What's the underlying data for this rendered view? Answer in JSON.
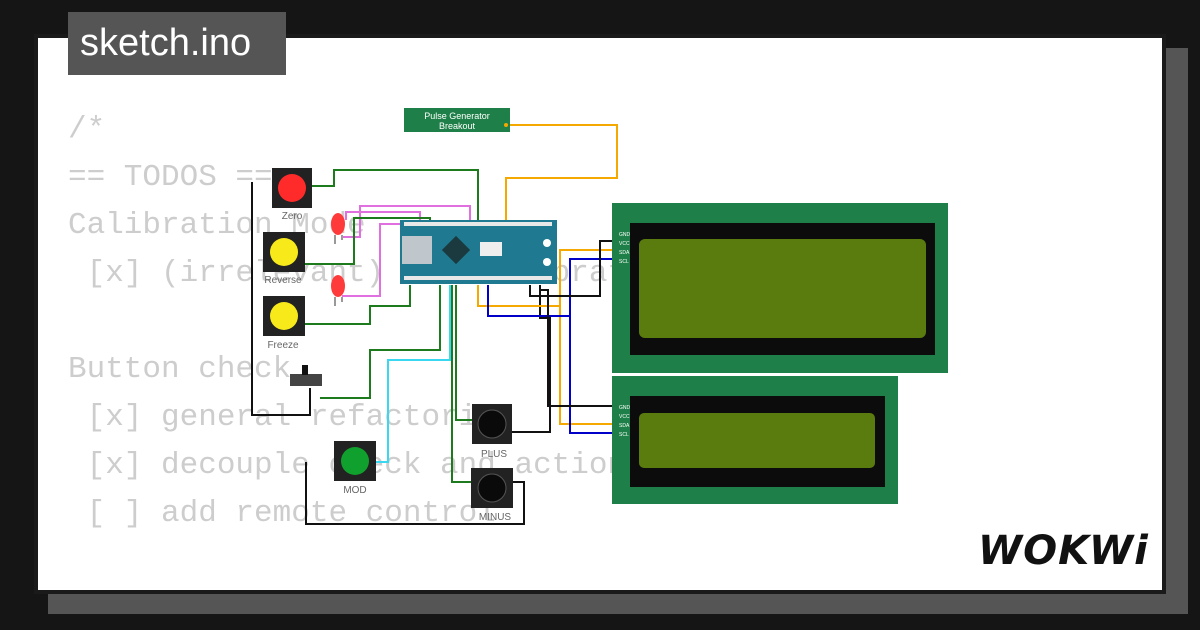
{
  "title": "sketch.ino",
  "code_lines": [
    "/*",
    "== TODOS ==",
    "Calibration Mode",
    " [x] (irrelevant) ... calibrate ... in trip che",
    "",
    "Button check",
    " [x] general refactoring",
    " [x] decouple check and action",
    " [ ] add remote control",
    "",
    "==="
  ],
  "components": {
    "pulse_generator": {
      "line1": "Pulse Generator",
      "line2": "Breakout"
    },
    "buttons": {
      "zero": "Zero",
      "reverse": "Reverse",
      "freeze": "Freeze",
      "mod": "MOD",
      "plus": "PLUS",
      "minus": "MINUS"
    },
    "lcd_pins": [
      "GND",
      "VCC",
      "SDA",
      "SCL"
    ]
  },
  "logo": "WOKWi",
  "colors": {
    "pcb": "#1e8048",
    "lcd_screen": "#5a7c0e",
    "arduino": "#1f7a91",
    "red_button": "#ff2a2a",
    "yellow_button": "#f8ea1a",
    "green_button": "#0fa02d",
    "wire_yellow": "#f5a800",
    "wire_green": "#1d7a1d",
    "wire_pink": "#e070e0",
    "wire_blue": "#0000c8",
    "wire_cyan": "#3ad8f0"
  }
}
